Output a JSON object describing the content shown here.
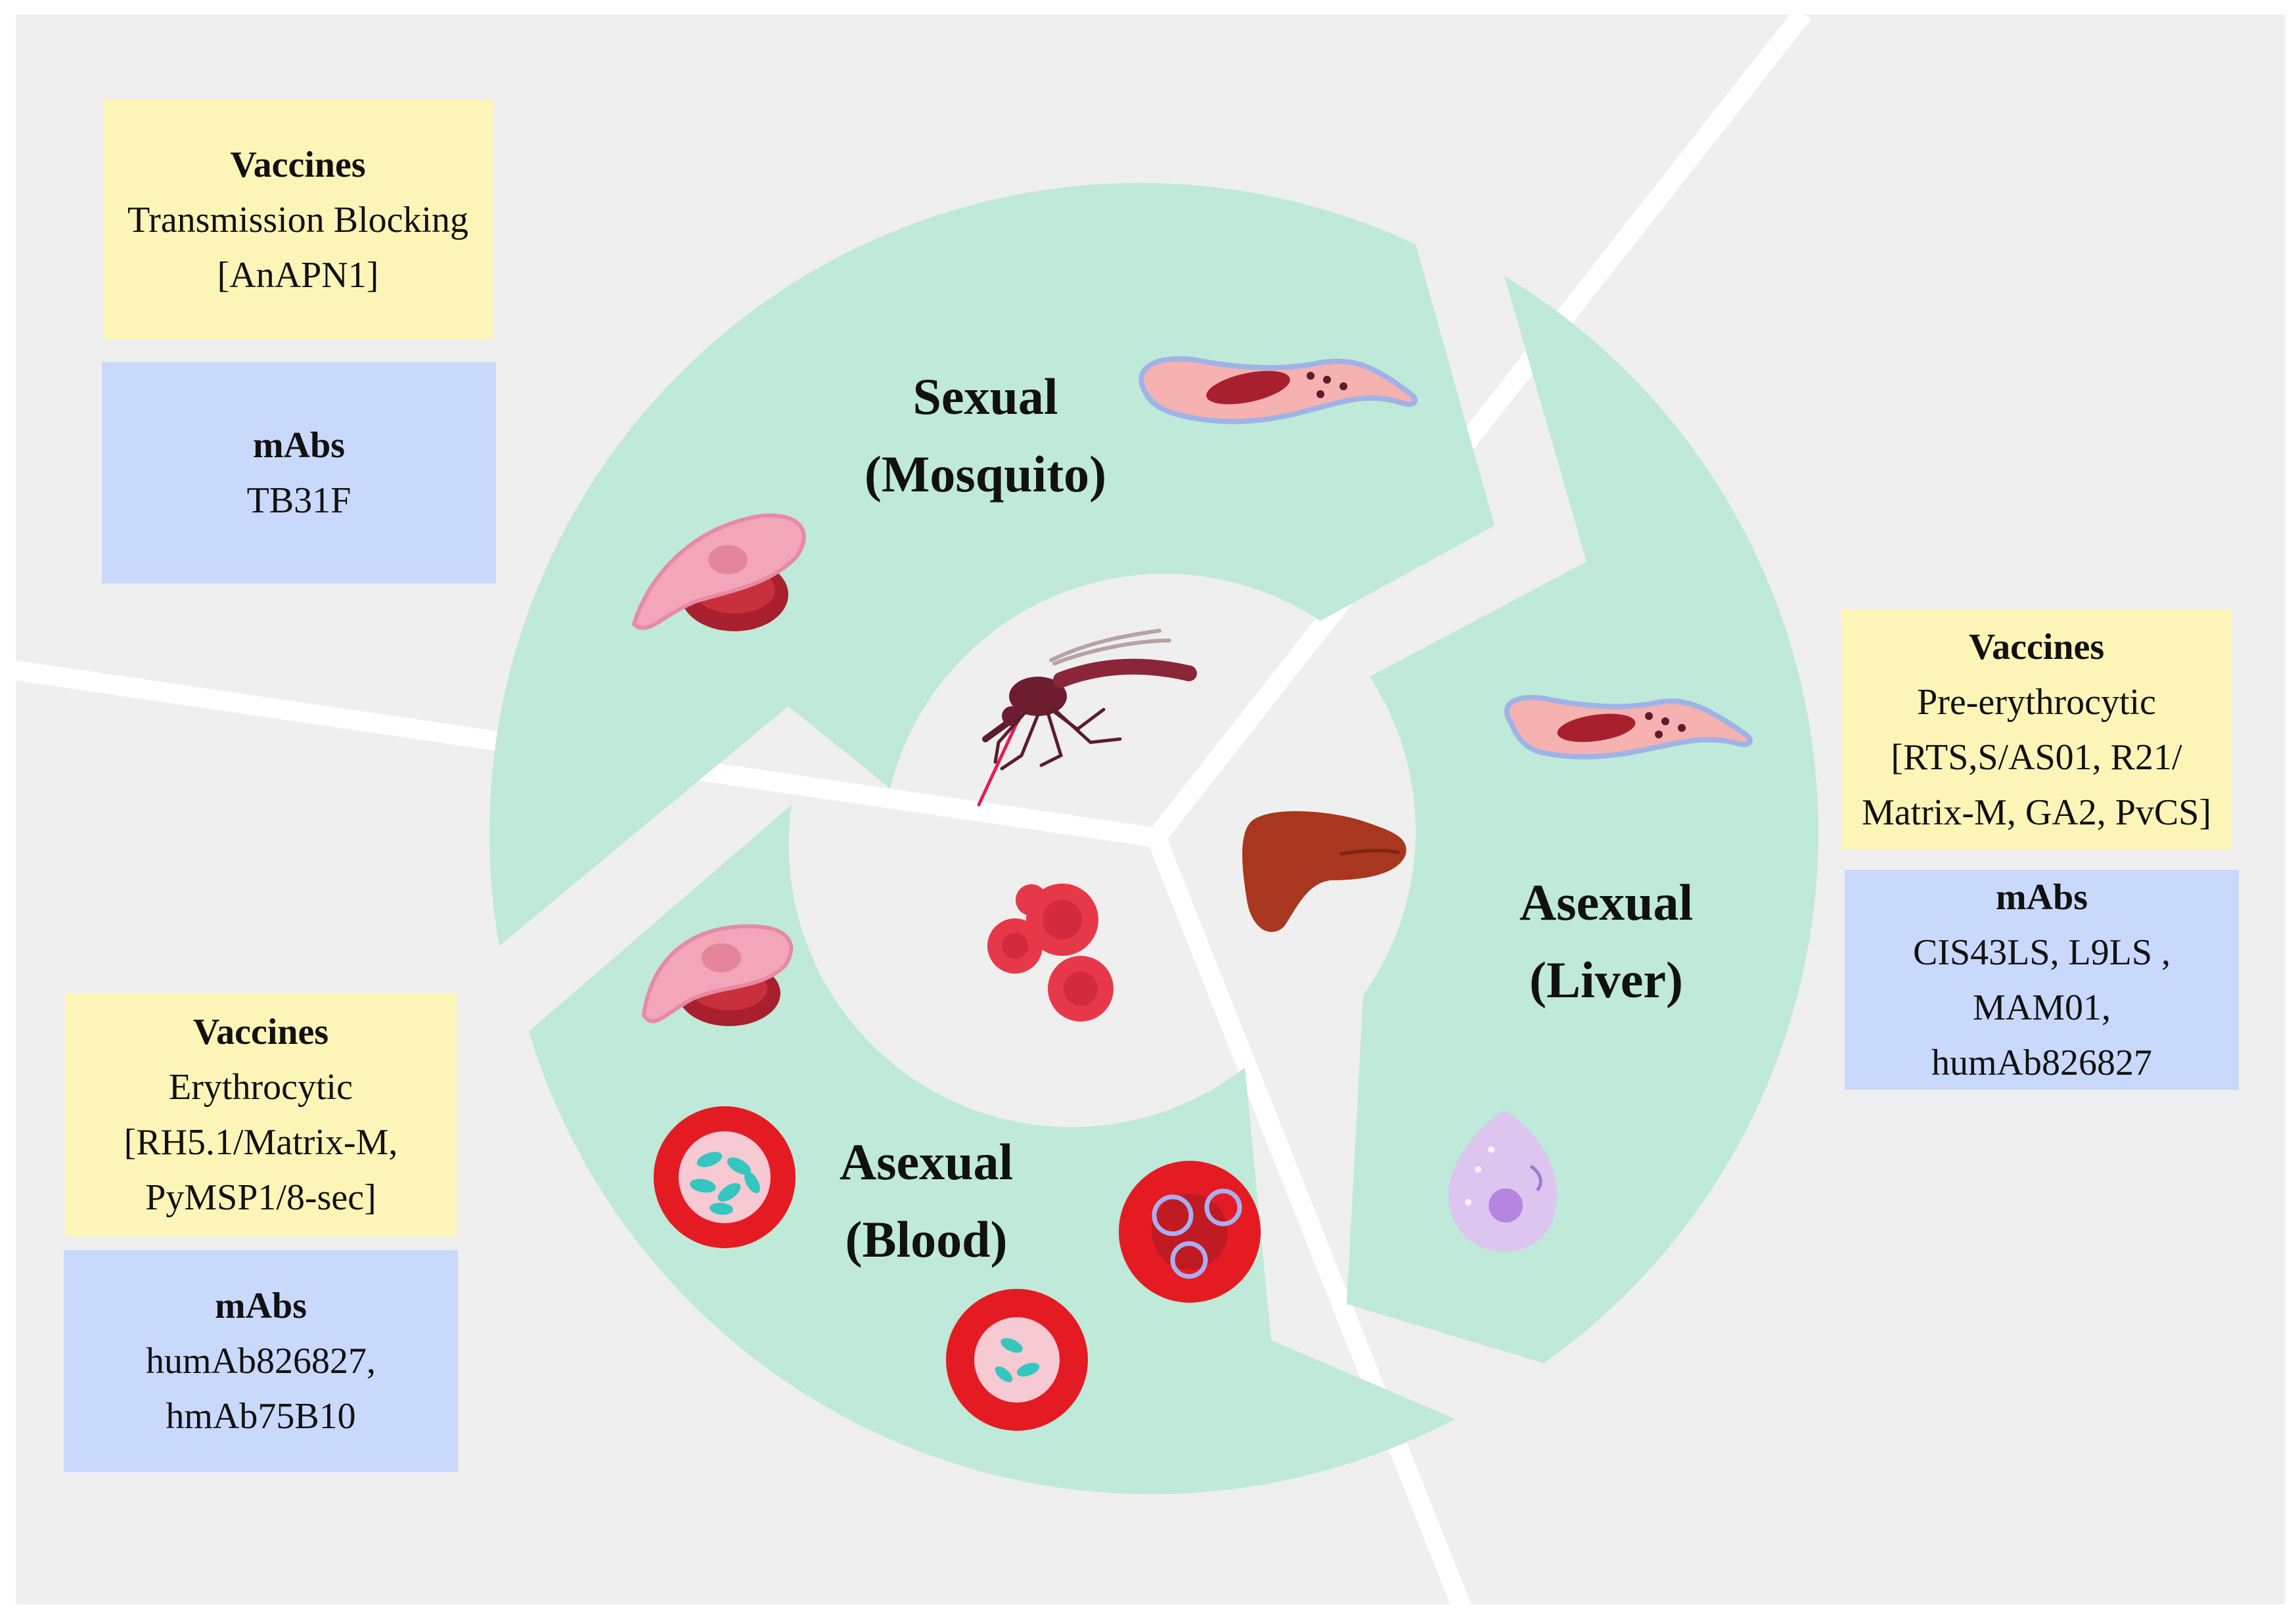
{
  "stages": {
    "sexual": {
      "line1": "Sexual",
      "line2": "(Mosquito)"
    },
    "liver": {
      "line1": "Asexual",
      "line2": "(Liver)"
    },
    "blood": {
      "line1": "Asexual",
      "line2": "(Blood)"
    }
  },
  "boxes": {
    "sexual_vaccines": {
      "heading": "Vaccines",
      "lines": [
        "Transmission Blocking",
        "[AnAPN1]"
      ]
    },
    "sexual_mabs": {
      "heading": "mAbs",
      "lines": [
        "TB31F"
      ]
    },
    "liver_vaccines": {
      "heading": "Vaccines",
      "lines": [
        "Pre-erythrocytic",
        "[RTS,S/AS01, R21/",
        "Matrix-M, GA2, PvCS]"
      ]
    },
    "liver_mabs": {
      "heading": "mAbs",
      "lines": [
        "CIS43LS, L9LS ,",
        "MAM01,",
        "humAb826827"
      ]
    },
    "blood_vaccines": {
      "heading": "Vaccines",
      "lines": [
        "Erythrocytic",
        "[RH5.1/Matrix-M,",
        "PyMSP1/8-sec]"
      ]
    },
    "blood_mabs": {
      "heading": "mAbs",
      "lines": [
        "humAb826827,",
        "hmAb75B10"
      ]
    }
  },
  "colors": {
    "background": "#efefef",
    "ring": "#bfe9d8",
    "vaccine_box": "#fdf5b7",
    "mab_box": "#c9d9fb",
    "divider": "#ffffff"
  },
  "icons": [
    "mosquito-icon",
    "liver-icon",
    "red-blood-cells-icon",
    "gametocyte-icon",
    "sporozoite-icon",
    "hepatocyte-schizont-icon",
    "ring-stage-cell-icon",
    "merozoite-cell-icon"
  ]
}
